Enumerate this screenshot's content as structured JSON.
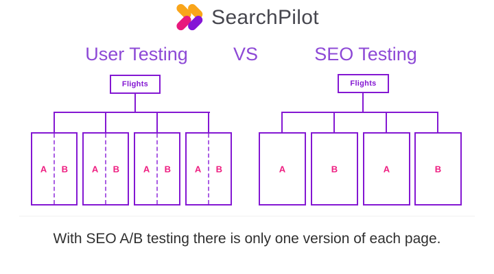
{
  "logo": {
    "text": "SearchPilot",
    "icon": "double-chevron-right",
    "icon_colors": {
      "yellow": "#F9A51A",
      "pink": "#E8197D",
      "purple": "#8514D6"
    }
  },
  "headers": {
    "left": "User Testing",
    "vs": "VS",
    "right": "SEO Testing"
  },
  "left_tree": {
    "root": "Flights",
    "pages": [
      {
        "a": "A",
        "b": "B"
      },
      {
        "a": "A",
        "b": "B"
      },
      {
        "a": "A",
        "b": "B"
      },
      {
        "a": "A",
        "b": "B"
      }
    ]
  },
  "right_tree": {
    "root": "Flights",
    "pages": [
      {
        "label": "A"
      },
      {
        "label": "B"
      },
      {
        "label": "A"
      },
      {
        "label": "B"
      }
    ]
  },
  "caption": "With SEO A/B testing there is only one version of each page.",
  "colors": {
    "purple": "#8316D2",
    "dash": "#A95CE3",
    "pink": "#EE1D80",
    "header": "#8D49D6",
    "logo-text": "#46464E",
    "caption": "#2F2F2F",
    "divider": "#F0F0F0",
    "bg": "#FFFFFF"
  }
}
